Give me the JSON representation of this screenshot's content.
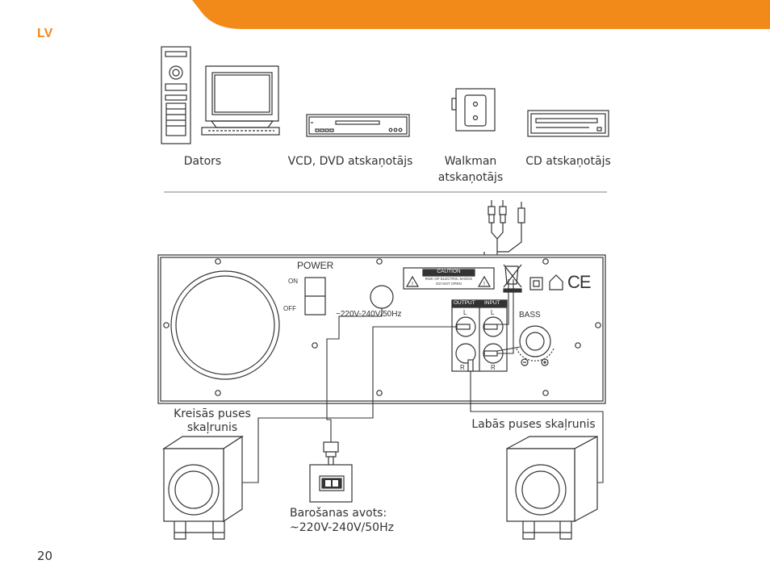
{
  "header": {
    "language_code": "LV",
    "accent_color": "#f28a1a"
  },
  "devices": {
    "computer": "Dators",
    "vcd_dvd": "VCD, DVD atskaņotājs",
    "walkman_line1": "Walkman",
    "walkman_line2": "atskaņotājs",
    "cd_player": "CD atskaņotājs"
  },
  "panel": {
    "power": "POWER",
    "on": "ON",
    "off": "OFF",
    "voltage": "~220V-240V/50Hz",
    "caution_title": "CAUTION",
    "caution_line1": "RISK OF ELECTRIC SHOCK",
    "caution_line2": "DO NOT OPEN",
    "output": "OUTPUT",
    "input": "INPUT",
    "l": "L",
    "r": "R",
    "bass": "BASS",
    "ce": "CE"
  },
  "speakers": {
    "left_line1": "Kreisās puses",
    "left_line2": "skaļrunis",
    "right": "Labās puses skaļrunis"
  },
  "power_source": {
    "line1": "Barošanas avots:",
    "line2": "~220V-240V/50Hz"
  },
  "footer": {
    "page_number": "20"
  }
}
